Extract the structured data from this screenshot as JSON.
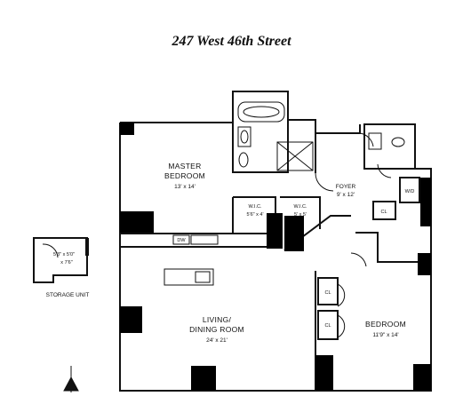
{
  "title": "247 West 46th Street",
  "rooms": {
    "master": {
      "name": "MASTER BEDROOM",
      "name_l1": "MASTER",
      "name_l2": "BEDROOM",
      "dims": "13' x 14'"
    },
    "foyer": {
      "name": "FOYER",
      "dims": "9' x 12'"
    },
    "wic1": {
      "name": "W.I.C.",
      "dims": "5'6\" x 4'"
    },
    "wic2": {
      "name": "W.I.C.",
      "dims": "5' x 5'"
    },
    "living": {
      "name": "LIVING/ DINING ROOM",
      "name_l1": "LIVING/",
      "name_l2": "DINING ROOM",
      "dims": "24' x 21'"
    },
    "bedroom": {
      "name": "BEDROOM",
      "dims": "11'9\" x 14'"
    },
    "storage": {
      "name": "STORAGE UNIT",
      "dims_l1": "5'3\" x 5'0\"",
      "dims_l2": "x 7'6\""
    }
  },
  "labels": {
    "dw": "DW",
    "cl1": "CL",
    "cl2": "CL",
    "cl3": "CL",
    "wd": "W/D"
  }
}
